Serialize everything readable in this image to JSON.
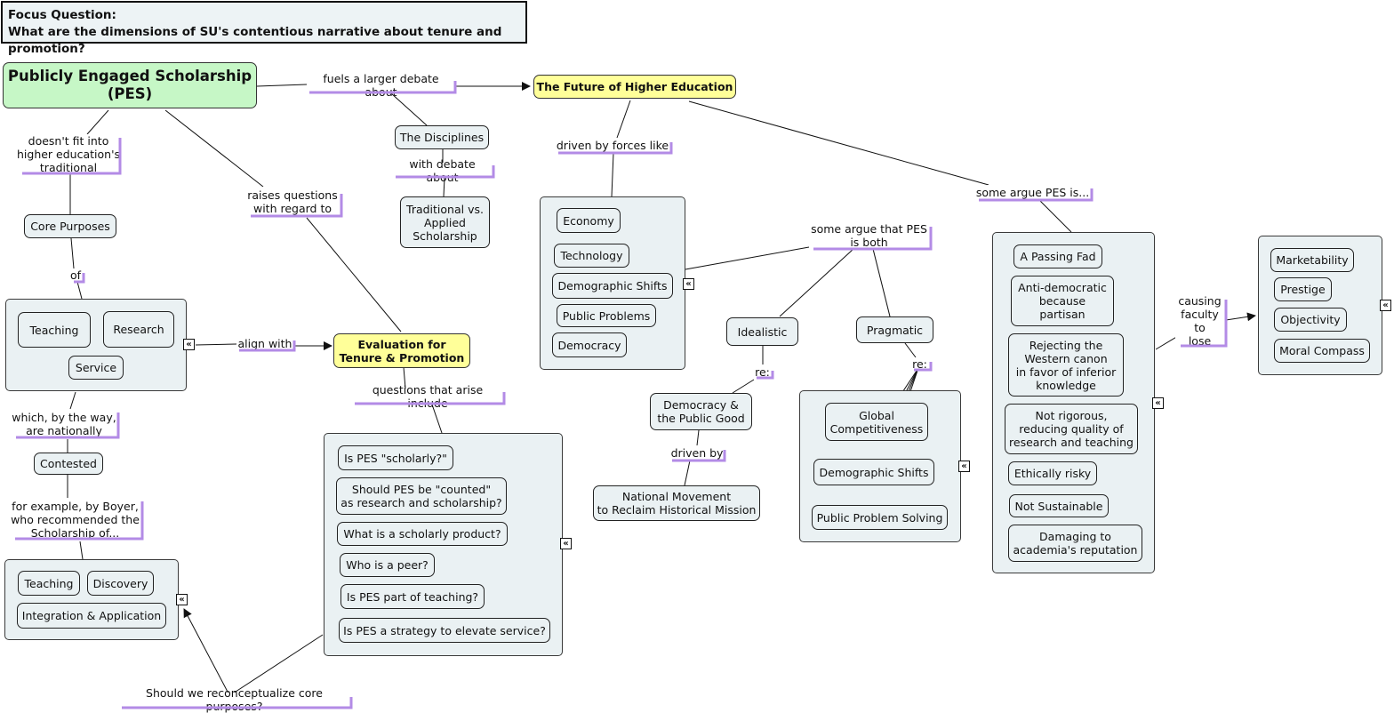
{
  "focus": {
    "label": "Focus Question:",
    "question": "What are the dimensions of SU's contentious narrative about tenure and promotion?"
  },
  "collapse_glyph": "«",
  "concepts": {
    "pes": "Publicly Engaged Scholarship\n(PES)",
    "future": "The Future of Higher Education",
    "evaluation": "Evaluation for\nTenure & Promotion",
    "disciplines": "The Disciplines",
    "trad_applied": "Traditional vs.\nApplied\nScholarship",
    "core_purposes": "Core Purposes",
    "teaching": "Teaching",
    "research": "Research",
    "service": "Service",
    "contested": "Contested",
    "boyer_teaching": "Teaching",
    "discovery": "Discovery",
    "integration": "Integration & Application",
    "economy": "Economy",
    "technology": "Technology",
    "demographic": "Demographic Shifts",
    "public_problems": "Public Problems",
    "democracy": "Democracy",
    "idealistic": "Idealistic",
    "pragmatic": "Pragmatic",
    "democracy_public_good": "Democracy &\nthe Public Good",
    "national_movement": "National Movement\nto Reclaim Historical Mission",
    "global": "Global\nCompetitiveness",
    "demographic2": "Demographic Shifts",
    "public_problem_solving": "Public Problem Solving",
    "q1": "Is PES \"scholarly?\"",
    "q2": "Should PES be \"counted\"\nas research and scholarship?",
    "q3": "What is a scholarly product?",
    "q4": "Who is a peer?",
    "q5": "Is PES part of teaching?",
    "q6": "Is PES a strategy to elevate service?",
    "passing_fad": "A Passing Fad",
    "anti_democratic": "Anti-democratic\nbecause\npartisan",
    "rejecting": "Rejecting the\nWestern canon\nin favor of inferior\nknowledge",
    "not_rigorous": "Not rigorous,\nreducing quality of\nresearch and teaching",
    "ethically_risky": "Ethically risky",
    "not_sustainable": "Not Sustainable",
    "damaging": "Damaging to\nacademia's reputation",
    "marketability": "Marketability",
    "prestige": "Prestige",
    "objectivity": "Objectivity",
    "moral_compass": "Moral Compass"
  },
  "links": {
    "fuels": "fuels a larger debate about",
    "doesnt_fit": "doesn't fit into\nhigher education's\ntraditional",
    "raises": "raises questions\nwith regard to",
    "with_debate": "with debate about",
    "of": "of",
    "align": "align with",
    "which": "which, by the way,\nare nationally",
    "for_example": "for example, by Boyer,\nwho recommended the\nScholarship of...",
    "questions_arise": "questions that arise include",
    "reconceptualize": "Should we reconceptualize core purposes?",
    "driven_forces": "driven by forces like",
    "some_argue_both": "some argue that PES\nis both",
    "re1": "re:",
    "re2": "re:",
    "driven_by": "driven by",
    "some_argue_is": "some argue PES is...",
    "causing": "causing\nfaculty\nto\nlose"
  }
}
